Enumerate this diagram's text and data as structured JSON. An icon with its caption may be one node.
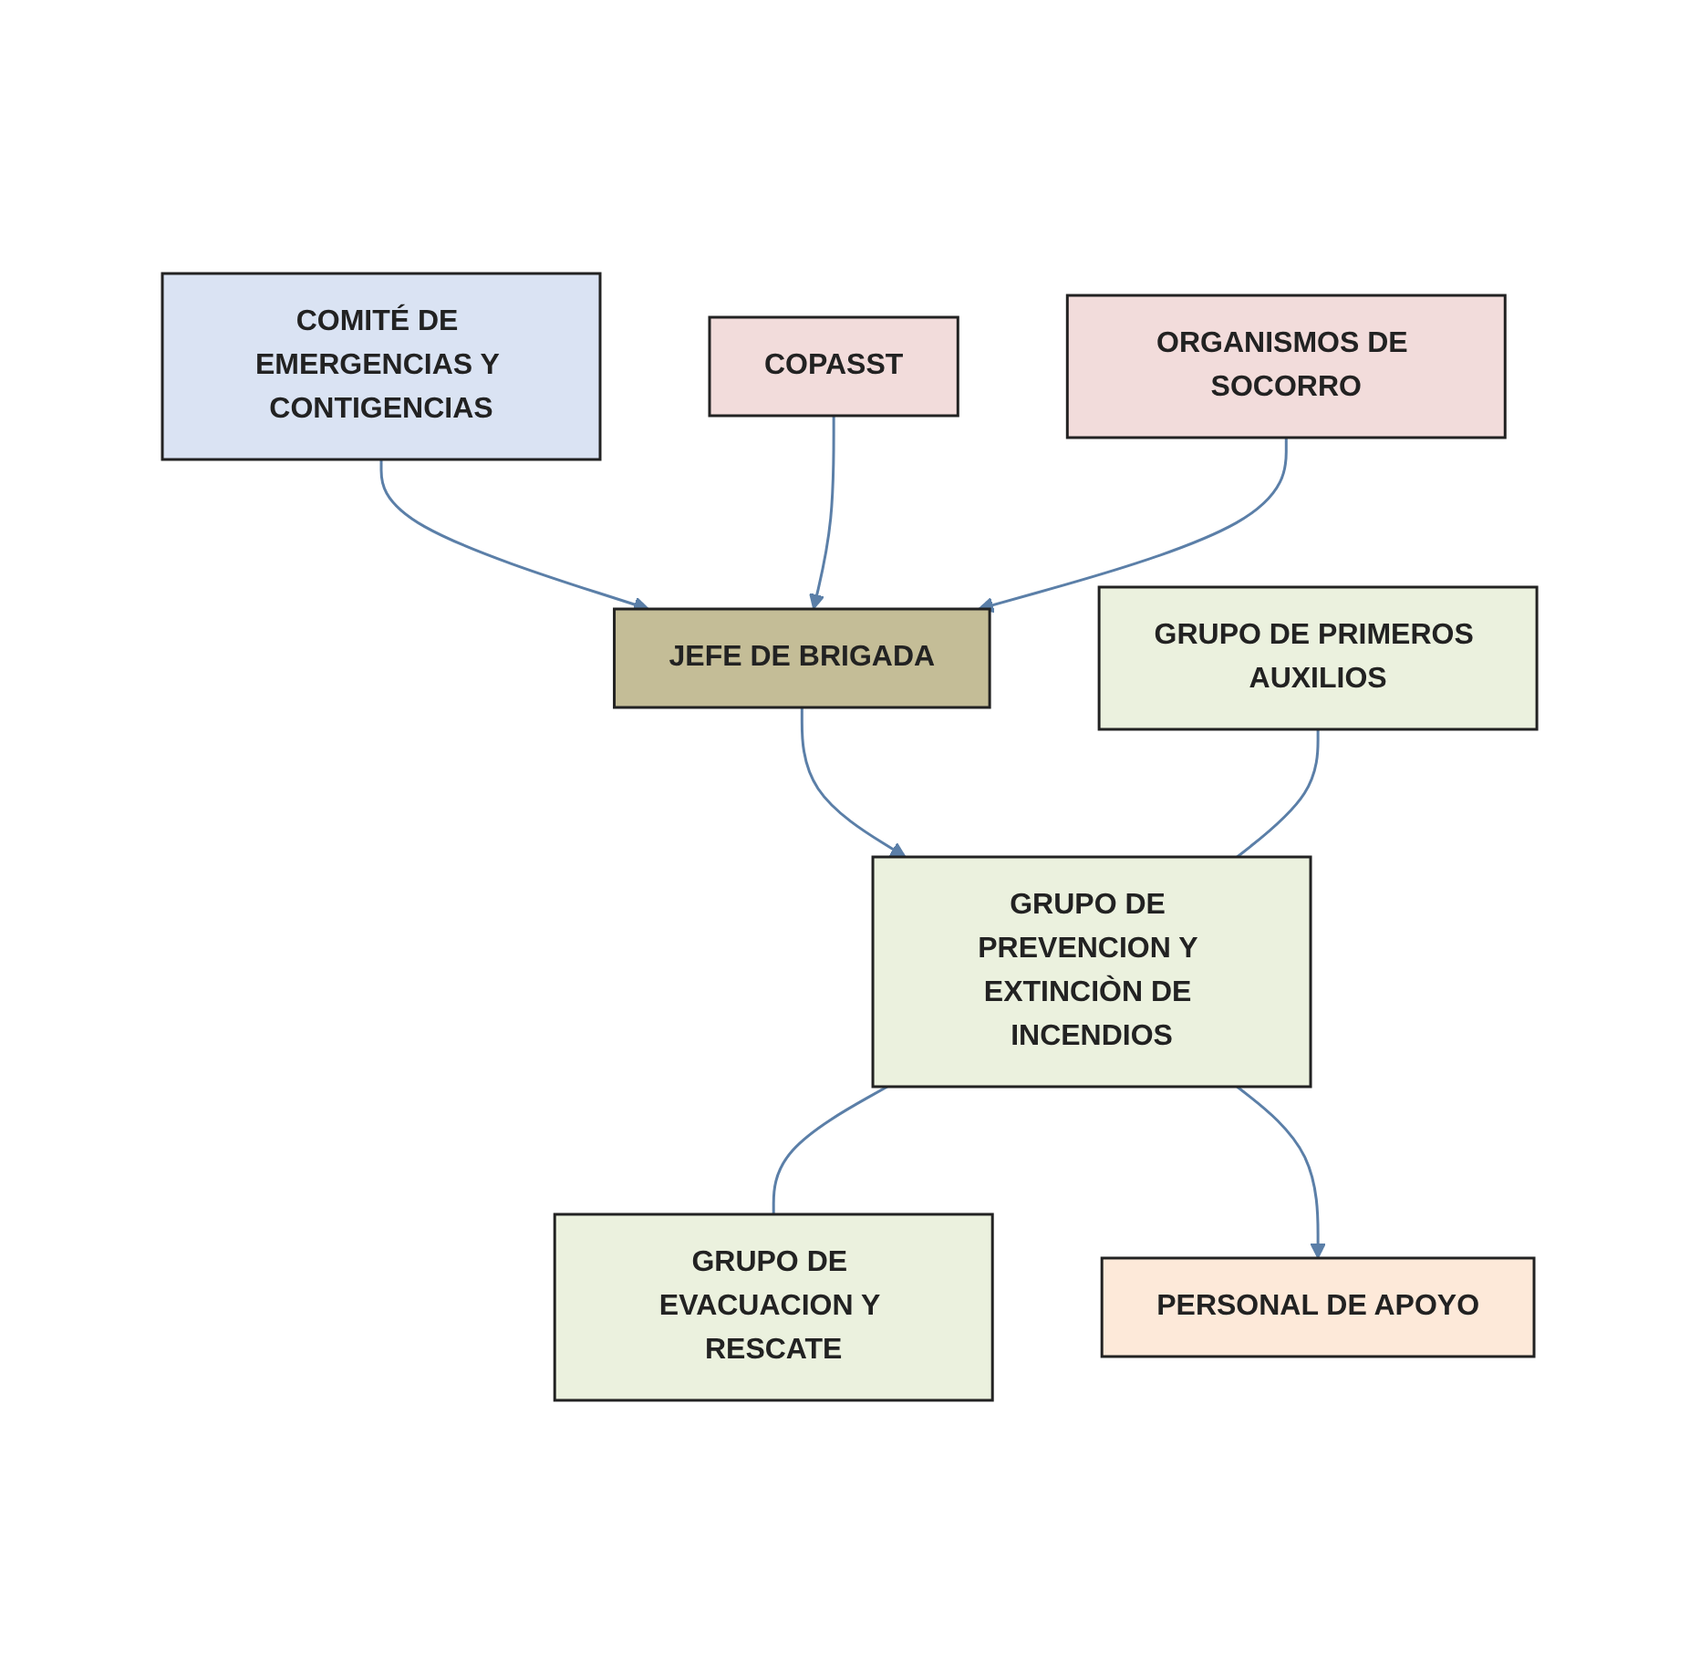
{
  "diagram": {
    "nodes": [
      {
        "text": [
          "COMITÉ DE EMERGENCIAS Y CONTIGENCIAS"
        ]
      },
      {
        "text": [
          "COPASST"
        ]
      },
      {
        "text": [
          "ORGANISMOS DE SOCORRO"
        ]
      },
      {
        "text": [
          "JEFE DE BRIGADA"
        ]
      },
      {
        "text": [
          "GRUPO DE PRIMEROS AUXILIOS"
        ]
      },
      {
        "text": [
          "GRUPO DE PREVENCION Y EXTINCIÒN DE INCENDIOS"
        ]
      },
      {
        "text": [
          "GRUPO DE EVACUACION Y RESCATE"
        ]
      },
      {
        "text": [
          "PERSONAL DE APOYO"
        ]
      }
    ],
    "edges": [
      {
        "from": 0,
        "to": 3,
        "arrow": "to"
      },
      {
        "from": 1,
        "to": 3,
        "arrow": "to"
      },
      {
        "from": 2,
        "to": 3,
        "arrow": "to"
      },
      {
        "from": 3,
        "to": 5,
        "arrow": "to"
      },
      {
        "from": 4,
        "to": 5,
        "arrow": "none"
      },
      {
        "from": 5,
        "to": 6,
        "arrow": "none"
      },
      {
        "from": 5,
        "to": 7,
        "arrow": "to"
      }
    ]
  }
}
